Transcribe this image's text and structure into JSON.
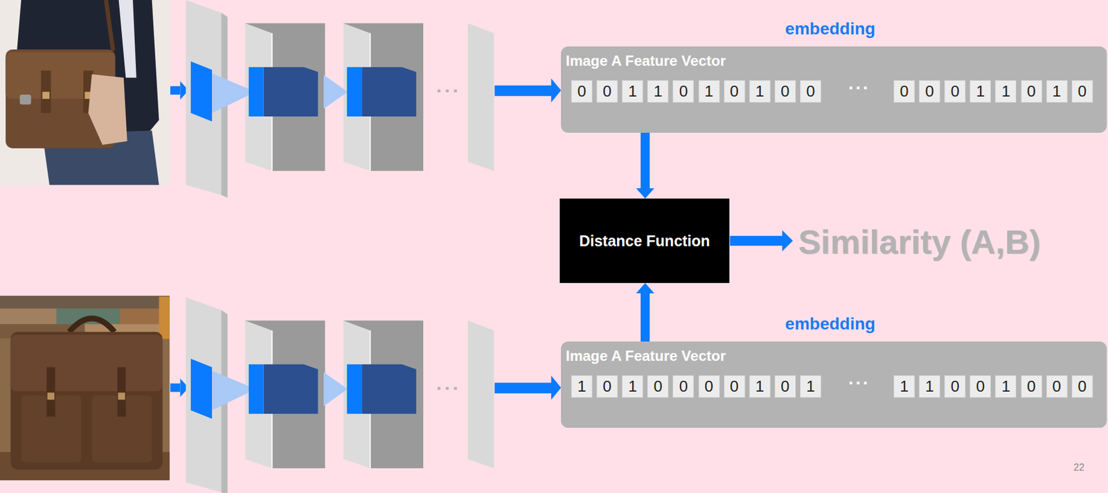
{
  "diagram": {
    "nodes": [
      {
        "text": [
          "embedding",
          "Image A Feature Vector",
          "···"
        ]
      },
      {
        "text": [
          "0"
        ],
        "in": 0
      },
      {
        "text": [
          "0"
        ],
        "in": 0
      },
      {
        "text": [
          "1"
        ],
        "in": 0
      },
      {
        "text": [
          "1"
        ],
        "in": 0
      },
      {
        "text": [
          "0"
        ],
        "in": 0
      },
      {
        "text": [
          "1"
        ],
        "in": 0
      },
      {
        "text": [
          "0"
        ],
        "in": 0
      },
      {
        "text": [
          "1"
        ],
        "in": 0
      },
      {
        "text": [
          "0"
        ],
        "in": 0
      },
      {
        "text": [
          "0"
        ],
        "in": 0
      },
      {
        "text": [
          "0"
        ],
        "in": 0
      },
      {
        "text": [
          "0"
        ],
        "in": 0
      },
      {
        "text": [
          "0"
        ],
        "in": 0
      },
      {
        "text": [
          "1"
        ],
        "in": 0
      },
      {
        "text": [
          "1"
        ],
        "in": 0
      },
      {
        "text": [
          "0"
        ],
        "in": 0
      },
      {
        "text": [
          "1"
        ],
        "in": 0
      },
      {
        "text": [
          "0"
        ],
        "in": 0
      },
      {
        "text": [
          "Distance Function"
        ]
      },
      {
        "text": [
          "embedding",
          "Image A Feature Vector",
          "···"
        ]
      },
      {
        "text": [
          "1"
        ],
        "in": 20
      },
      {
        "text": [
          "0"
        ],
        "in": 20
      },
      {
        "text": [
          "1"
        ],
        "in": 20
      },
      {
        "text": [
          "0"
        ],
        "in": 20
      },
      {
        "text": [
          "0"
        ],
        "in": 20
      },
      {
        "text": [
          "0"
        ],
        "in": 20
      },
      {
        "text": [
          "0"
        ],
        "in": 20
      },
      {
        "text": [
          "1"
        ],
        "in": 20
      },
      {
        "text": [
          "0"
        ],
        "in": 20
      },
      {
        "text": [
          "1"
        ],
        "in": 20
      },
      {
        "text": [
          "1"
        ],
        "in": 20
      },
      {
        "text": [
          "1"
        ],
        "in": 20
      },
      {
        "text": [
          "0"
        ],
        "in": 20
      },
      {
        "text": [
          "0"
        ],
        "in": 20
      },
      {
        "text": [
          "1"
        ],
        "in": 20
      },
      {
        "text": [
          "0"
        ],
        "in": 20
      },
      {
        "text": [
          "0"
        ],
        "in": 20
      },
      {
        "text": [
          "0"
        ],
        "in": 20
      }
    ],
    "edges": [
      {
        "from": 0,
        "to": 19,
        "arrow": "to"
      },
      {
        "from": 20,
        "to": 19,
        "arrow": "to"
      }
    ],
    "labels": [
      "···",
      "···",
      "Similarity (A,B)",
      "22"
    ]
  }
}
